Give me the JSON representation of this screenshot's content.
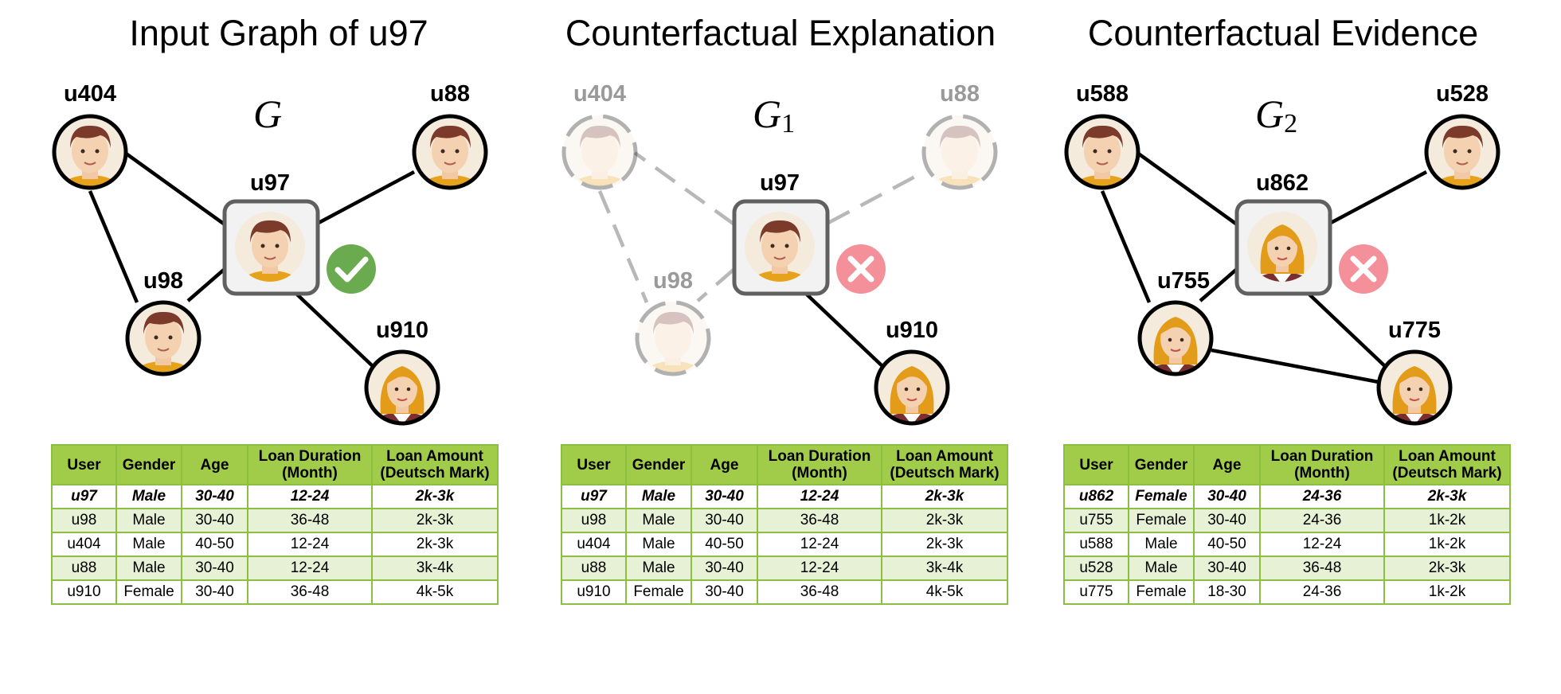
{
  "panels": [
    {
      "title": "Input Graph of u97",
      "graph_label": "G",
      "graph_sub": "",
      "status": "check",
      "nodes": {
        "center": "u97",
        "top_left": "u404",
        "top_right": "u88",
        "bottom_left": "u98",
        "bottom_right": "u910"
      },
      "table": {
        "headers": [
          "User",
          "Gender",
          "Age",
          "Loan Duration (Month)",
          "Loan Amount (Deutsch Mark)"
        ],
        "rows": [
          [
            "u97",
            "Male",
            "30-40",
            "12-24",
            "2k-3k"
          ],
          [
            "u98",
            "Male",
            "30-40",
            "36-48",
            "2k-3k"
          ],
          [
            "u404",
            "Male",
            "40-50",
            "12-24",
            "2k-3k"
          ],
          [
            "u88",
            "Male",
            "30-40",
            "12-24",
            "3k-4k"
          ],
          [
            "u910",
            "Female",
            "30-40",
            "36-48",
            "4k-5k"
          ]
        ]
      }
    },
    {
      "title": "Counterfactual Explanation",
      "graph_label": "G",
      "graph_sub": "1",
      "status": "cross",
      "nodes": {
        "center": "u97",
        "top_left": "u404",
        "top_right": "u88",
        "bottom_left": "u98",
        "bottom_right": "u910"
      },
      "table": {
        "headers": [
          "User",
          "Gender",
          "Age",
          "Loan Duration (Month)",
          "Loan Amount (Deutsch Mark)"
        ],
        "rows": [
          [
            "u97",
            "Male",
            "30-40",
            "12-24",
            "2k-3k"
          ],
          [
            "u98",
            "Male",
            "30-40",
            "36-48",
            "2k-3k"
          ],
          [
            "u404",
            "Male",
            "40-50",
            "12-24",
            "2k-3k"
          ],
          [
            "u88",
            "Male",
            "30-40",
            "12-24",
            "3k-4k"
          ],
          [
            "u910",
            "Female",
            "30-40",
            "36-48",
            "4k-5k"
          ]
        ]
      }
    },
    {
      "title": "Counterfactual Evidence",
      "graph_label": "G",
      "graph_sub": "2",
      "status": "cross",
      "nodes": {
        "center": "u862",
        "top_left": "u588",
        "top_right": "u528",
        "bottom_left": "u755",
        "bottom_right": "u775"
      },
      "table": {
        "headers": [
          "User",
          "Gender",
          "Age",
          "Loan Duration (Month)",
          "Loan Amount (Deutsch Mark)"
        ],
        "rows": [
          [
            "u862",
            "Female",
            "30-40",
            "24-36",
            "2k-3k"
          ],
          [
            "u755",
            "Female",
            "30-40",
            "24-36",
            "1k-2k"
          ],
          [
            "u588",
            "Male",
            "40-50",
            "12-24",
            "1k-2k"
          ],
          [
            "u528",
            "Male",
            "30-40",
            "36-48",
            "2k-3k"
          ],
          [
            "u775",
            "Female",
            "18-30",
            "24-36",
            "1k-2k"
          ]
        ]
      }
    }
  ],
  "colors": {
    "check": "#6aab4f",
    "cross": "#f4909a",
    "table_header": "#a0cc4a",
    "table_stripe": "#e6f1d5",
    "table_border": "#8cbf3f"
  }
}
